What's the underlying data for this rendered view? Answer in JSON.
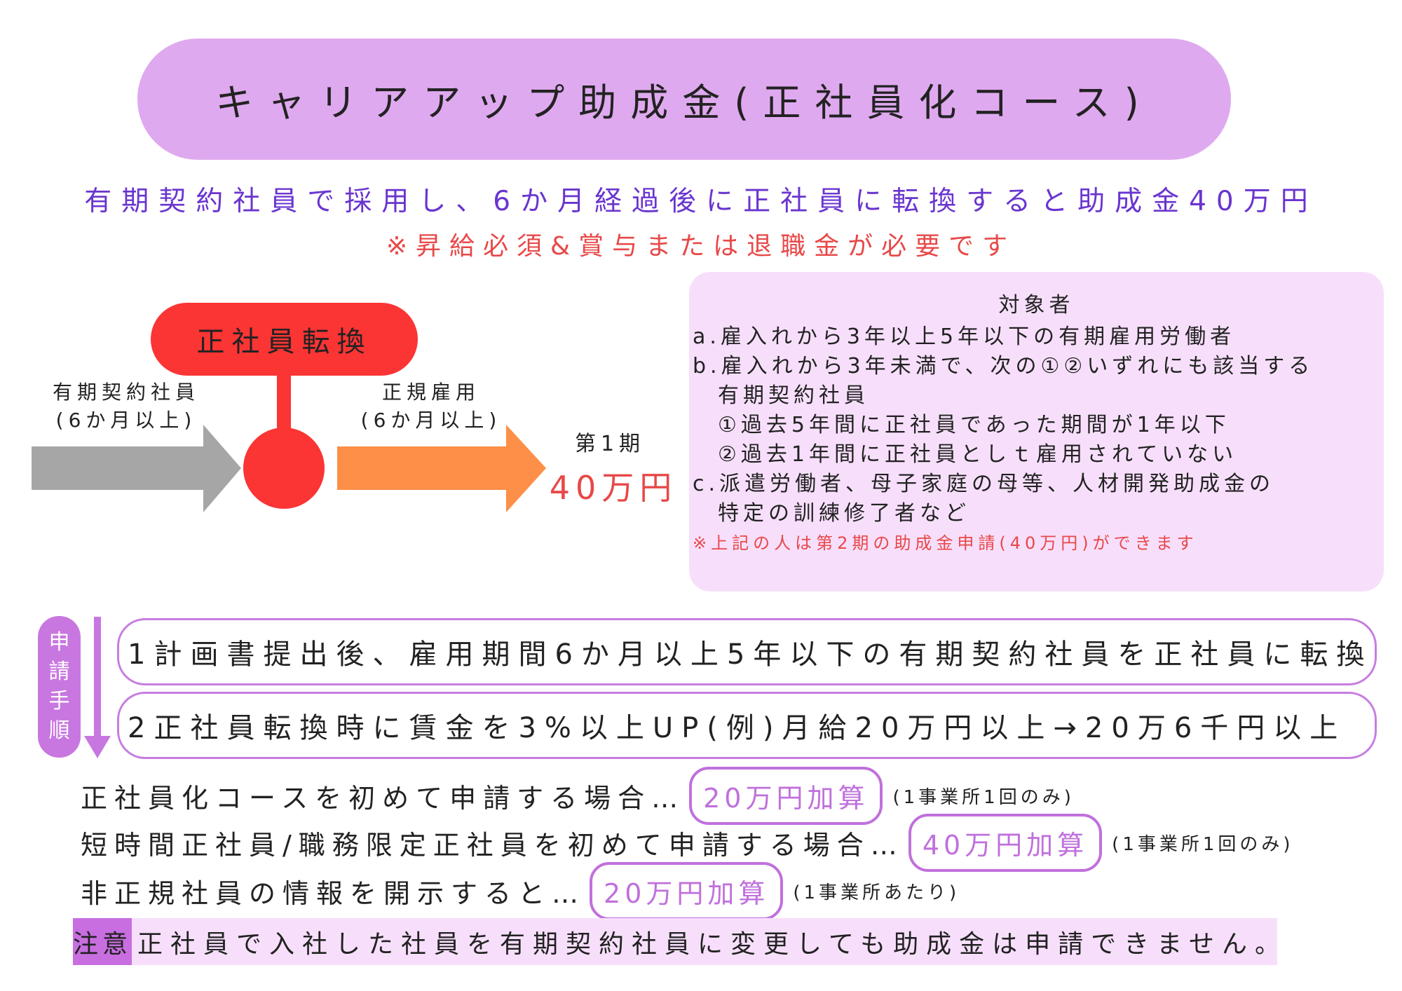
{
  "title": "キャリアアップ助成金(正社員化コース)",
  "subtitle": "有期契約社員で採用し、6か月経過後に正社員に転換すると助成金40万円",
  "note": "※昇給必須&賞与または退職金が必要です",
  "diagram": {
    "conversion": "正社員転換",
    "left_label": "有期契約社員",
    "left_period": "(6か月以上)",
    "right_label": "正規雇用",
    "right_period": "(6か月以上)",
    "period": "第1期",
    "amount": "40万円"
  },
  "targets": {
    "heading": "対象者",
    "lines": [
      "a.雇入れから3年以上5年以下の有期雇用労働者",
      "b.雇入れから3年未満で、次の①②いずれにも該当する",
      "　有期契約社員",
      "　①過去5年間に正社員であった期間が1年以下",
      "　②過去1年間に正社員としｔ雇用されていない",
      "c.派遣労働者、母子家庭の母等、人材開発助成金の",
      "　特定の訓練修了者など"
    ],
    "footnote": "※上記の人は第2期の助成金申請(40万円)ができます"
  },
  "procedure": {
    "label": [
      "申",
      "請",
      "手",
      "順"
    ],
    "steps": [
      "1計画書提出後、雇用期間6か月以上5年以下の有期契約社員を正社員に転換",
      "2正社員転換時に賃金を3%以上UP(例)月給20万円以上→20万6千円以上"
    ]
  },
  "bonuses": [
    {
      "text": "正社員化コースを初めて申請する場合…",
      "badge": "20万円加算",
      "note": "(1事業所1回のみ)"
    },
    {
      "text": "短時間正社員/職務限定正社員を初めて申請する場合…",
      "badge": "40万円加算",
      "note": "(1事業所1回のみ)"
    },
    {
      "text": "非正規社員の情報を開示すると…",
      "badge": "20万円加算",
      "note": "(1事業所あたり)"
    }
  ],
  "warning": {
    "tag": "注意",
    "text": "正社員で入社した社員を有期契約社員に変更しても助成金は申請できません。"
  }
}
